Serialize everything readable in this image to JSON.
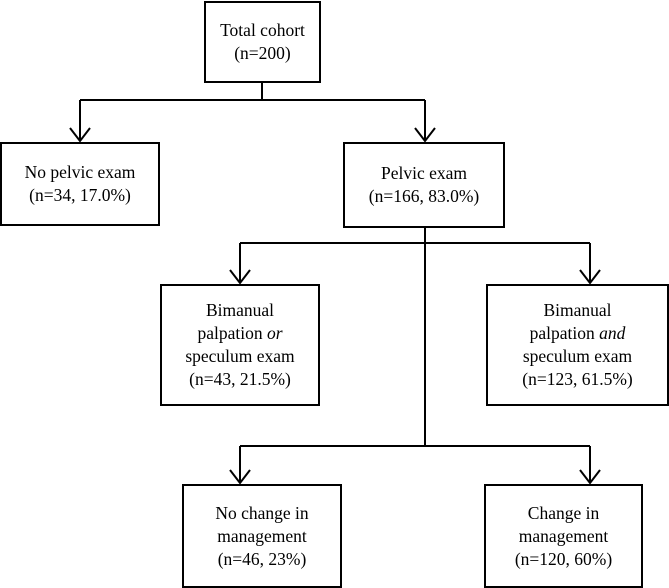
{
  "nodes": {
    "total": {
      "line1": "Total cohort",
      "line2": "(n=200)"
    },
    "no_pelvic": {
      "line1": "No pelvic exam",
      "line2": "(n=34, 17.0%)"
    },
    "pelvic": {
      "line1": "Pelvic exam",
      "line2": "(n=166, 83.0%)"
    },
    "or_exam": {
      "line1": "Bimanual",
      "line2_a": "palpation ",
      "line2_b": "or",
      "line3": "speculum exam",
      "line4": "(n=43, 21.5%)"
    },
    "and_exam": {
      "line1": "Bimanual",
      "line2_a": "palpation ",
      "line2_b": "and",
      "line3": "speculum exam",
      "line4": "(n=123, 61.5%)"
    },
    "no_change": {
      "line1": "No change in",
      "line2": "management",
      "line3": "(n=46, 23%)"
    },
    "change": {
      "line1": "Change in",
      "line2": "management",
      "line3": "(n=120, 60%)"
    }
  }
}
